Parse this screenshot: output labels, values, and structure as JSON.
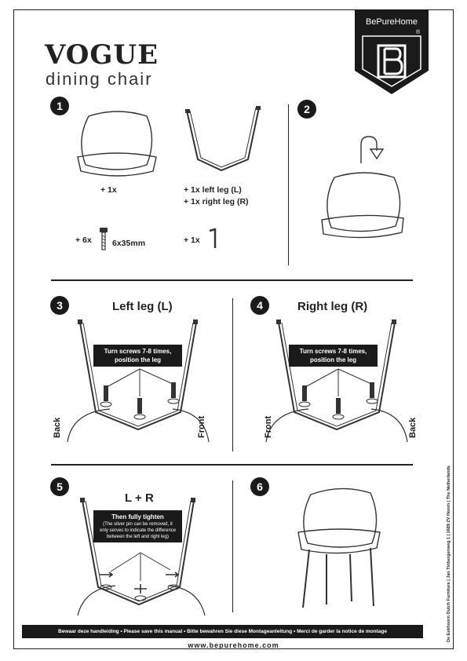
{
  "header": {
    "title": "VOGUE",
    "subtitle": "dining chair",
    "brand": "BePureHome",
    "brand_mark": "®"
  },
  "step1": {
    "number": "1",
    "seat_qty": "+ 1x",
    "leg_left": "+ 1x  left leg (L)",
    "leg_right": "+ 1x  right leg (R)",
    "screws_qty": "+ 6x",
    "screws_size": "6x35mm",
    "key_qty": "+ 1x"
  },
  "step2": {
    "number": "2"
  },
  "step3": {
    "number": "3",
    "title": "Left leg (L)",
    "callout": "Turn screws 7-8 times, position the leg",
    "label_back": "Back",
    "label_front": "Front"
  },
  "step4": {
    "number": "4",
    "title": "Right leg (R)",
    "callout": "Turn screws 7-8 times, position the leg",
    "label_front": "Front",
    "label_back": "Back"
  },
  "step5": {
    "number": "5",
    "title": "L + R",
    "callout_title": "Then fully tighten",
    "callout_note": "(The silver pin can be removed, it only serves to indicate the difference between the left and right leg)"
  },
  "step6": {
    "number": "6"
  },
  "footer": {
    "languages": "Bewaar deze handleiding  •  Please save this manual  •  Bitte bewahren Sie diese Montageanleitung  •  Merci de garder la notice de montage",
    "website": "www.bepurehome.com",
    "address": "De Eekhoorn Dutch Furniture  |  Jan Tinbergenweg 1  |  1689 ZV  Hoorn  |  The Netherlands"
  },
  "colors": {
    "ink": "#1a1a1a",
    "paper": "#ffffff"
  }
}
